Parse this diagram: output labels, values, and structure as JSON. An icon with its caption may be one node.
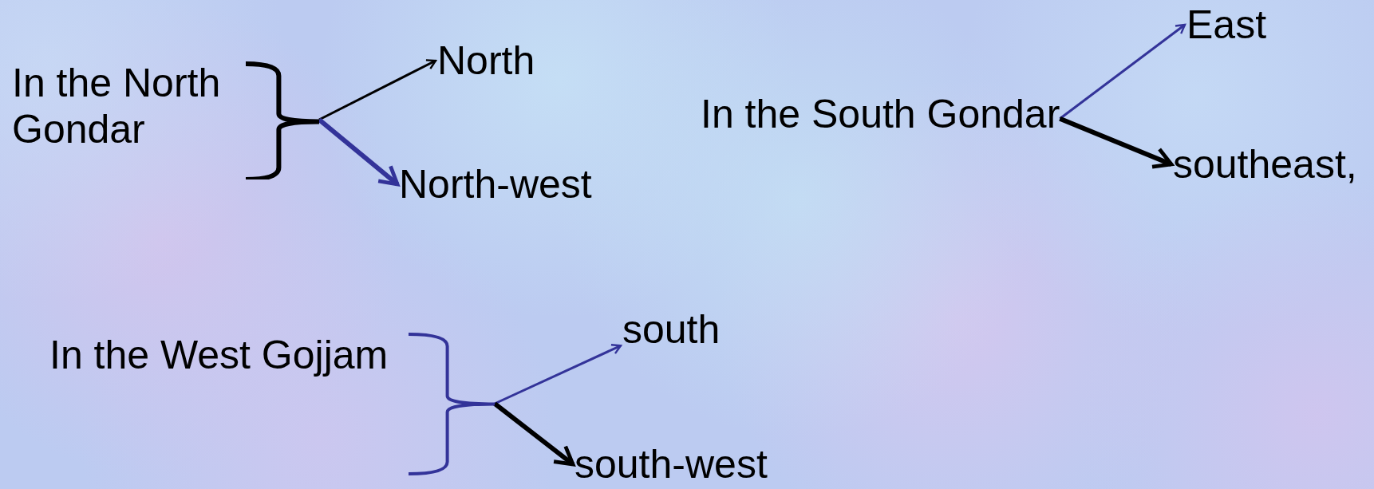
{
  "diagram": {
    "nodes": [
      {
        "text": [
          "In the North Gondar"
        ]
      },
      {
        "text": [
          "North"
        ]
      },
      {
        "text": [
          "North-west"
        ]
      },
      {
        "text": [
          "In the South Gondar"
        ]
      },
      {
        "text": [
          "East"
        ]
      },
      {
        "text": [
          "southeast,"
        ]
      },
      {
        "text": [
          "In the West Gojjam"
        ]
      },
      {
        "text": [
          "south"
        ]
      },
      {
        "text": [
          "south-west"
        ]
      }
    ],
    "edges": [
      {
        "from": 0,
        "to": 1,
        "arrow": "to",
        "color": "#000000"
      },
      {
        "from": 0,
        "to": 2,
        "arrow": "to",
        "style": "thick",
        "color": "#333399"
      },
      {
        "from": 3,
        "to": 4,
        "arrow": "to",
        "color": "#333399"
      },
      {
        "from": 3,
        "to": 5,
        "arrow": "to",
        "style": "thick",
        "color": "#000000"
      },
      {
        "from": 6,
        "to": 7,
        "arrow": "to",
        "color": "#333399"
      },
      {
        "from": 6,
        "to": 8,
        "arrow": "to",
        "style": "thick",
        "color": "#000000"
      }
    ]
  }
}
